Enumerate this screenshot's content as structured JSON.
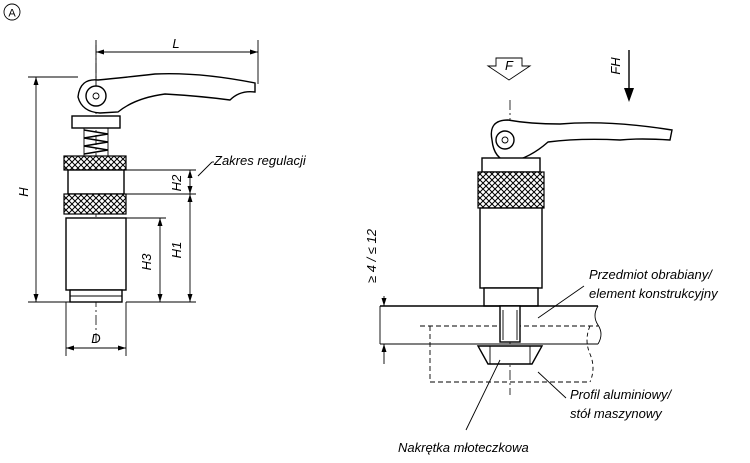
{
  "view_marker": "A",
  "left_view": {
    "dimensions": {
      "L": "L",
      "H": "H",
      "H1": "H1",
      "H2": "H2",
      "H3": "H3",
      "D": "D"
    },
    "adjustment_label": "Zakres regulacji"
  },
  "right_view": {
    "force_F": "F",
    "force_FH": "FH",
    "clamp_range": "≥ 4 / ≤ 12",
    "workpiece_label_line1": "Przedmiot obrabiany/",
    "workpiece_label_line2": "element konstrukcyjny",
    "profile_label_line1": "Profil aluminiowy/",
    "profile_label_line2": "stół maszynowy",
    "nut_label": "Nakrętka młoteczkowa"
  }
}
